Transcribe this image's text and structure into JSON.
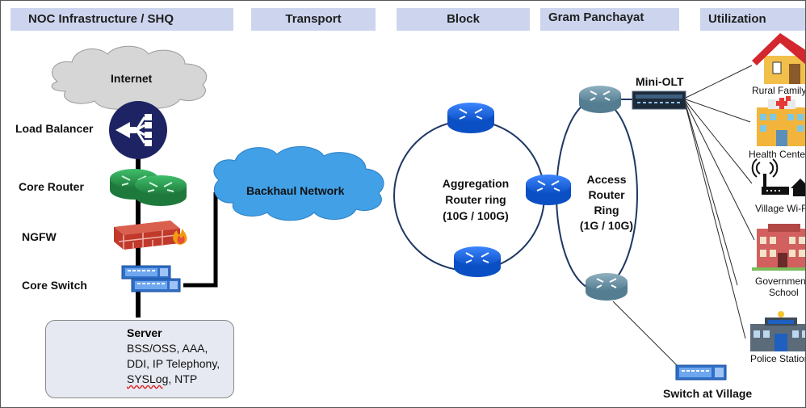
{
  "headers": {
    "noc": "NOC Infrastructure / SHQ",
    "transport": "Transport",
    "block": "Block",
    "gp": "Gram Panchayat",
    "utilization": "Utilization"
  },
  "internet": "Internet",
  "noc_labels": {
    "load_balancer": "Load Balancer",
    "core_router": "Core Router",
    "ngfw": "NGFW",
    "core_switch": "Core Switch"
  },
  "server": {
    "title": "Server",
    "line1": "BSS/OSS, AAA,",
    "line2": "DDI, IP Telephony,",
    "line3_a": "SYSLog",
    "line3_b": ", NTP"
  },
  "backhaul": "Backhaul Network",
  "aggregation": {
    "line1": "Aggregation",
    "line2": "Router ring",
    "line3": "(10G / 100G)"
  },
  "access": {
    "line1": "Access",
    "line2": "Router",
    "line3": "Ring",
    "line4": "(1G / 10G)"
  },
  "mini_olt": "Mini-OLT",
  "switch_village": "Switch at Village",
  "customers": {
    "rural_family": "Rural Family",
    "health_center": "Health Center",
    "village_wifi": "Village Wi-Fi",
    "school_1": "Government",
    "school_2": "School",
    "police_station": "Police Station"
  },
  "colors": {
    "header_bg": "#cdd5ee",
    "ring_line": "#1f3864",
    "router_blue": "#1565d8",
    "router_green": "#2e9d50",
    "router_grey": "#6f95a8",
    "cloud_blue": "#41a0e6",
    "cloud_grey": "#d6d6d6"
  }
}
